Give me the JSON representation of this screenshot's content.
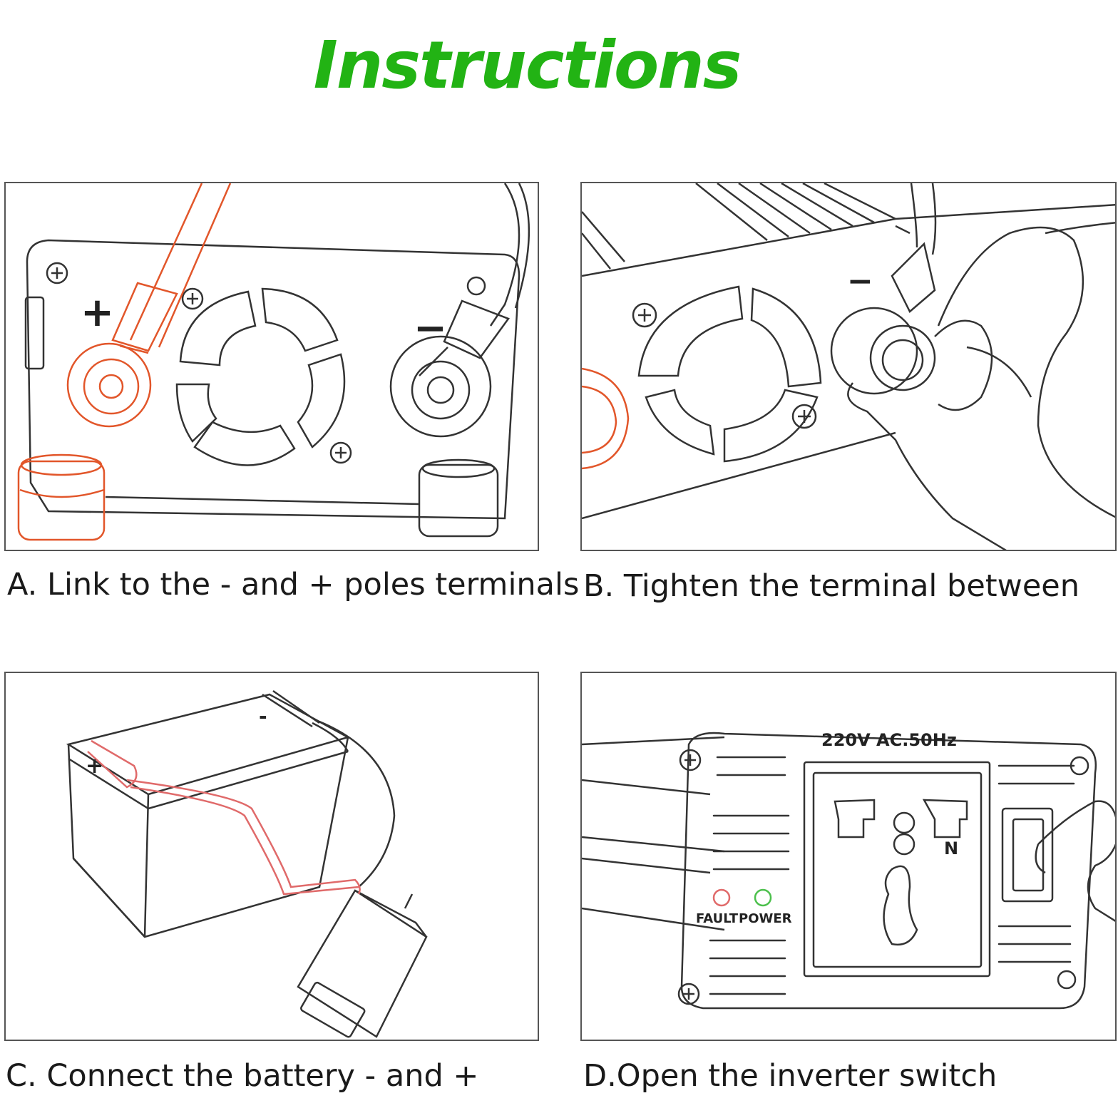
{
  "title": "Instructions",
  "colors": {
    "title": "#22b314",
    "accent": "#e2562a",
    "line": "#333333",
    "red_wire": "#e06a6a"
  },
  "steps": [
    {
      "caption": "A. Link to the - and + poles terminals",
      "plus_symbol": "+",
      "minus_symbol": "−"
    },
    {
      "caption": "B. Tighten the terminal between",
      "minus_symbol": "−"
    },
    {
      "caption": "C. Connect the battery - and +",
      "plus_symbol": "+",
      "minus_symbol": "-"
    },
    {
      "caption": "D.Open the inverter switch",
      "rating_label": "220V AC.50Hz",
      "neutral_label": "N",
      "fault_label": "FAULT",
      "power_label": "POWER"
    }
  ]
}
